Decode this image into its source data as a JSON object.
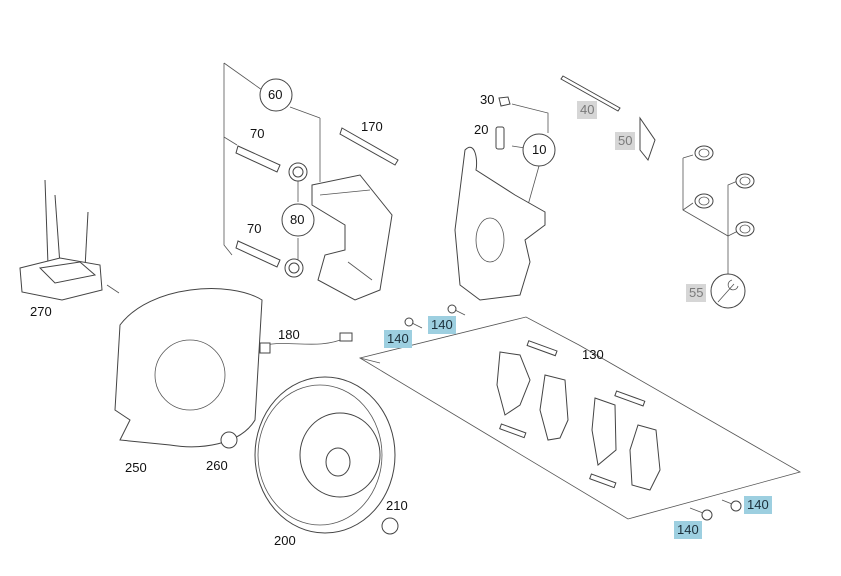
{
  "callouts": {
    "c60": "60",
    "c70a": "70",
    "c170": "170",
    "c80": "80",
    "c70b": "70",
    "c30": "30",
    "c20": "20",
    "c10": "10",
    "c40": "40",
    "c50": "50",
    "c55": "55",
    "c270": "270",
    "c180": "180",
    "c140a": "140",
    "c140b": "140",
    "c130": "130",
    "c250": "250",
    "c260": "260",
    "c200": "200",
    "c210": "210",
    "c140c": "140",
    "c140d": "140"
  },
  "colors": {
    "highlight_blue": "#9dcfe0",
    "highlight_grey": "#d6d6d6"
  }
}
